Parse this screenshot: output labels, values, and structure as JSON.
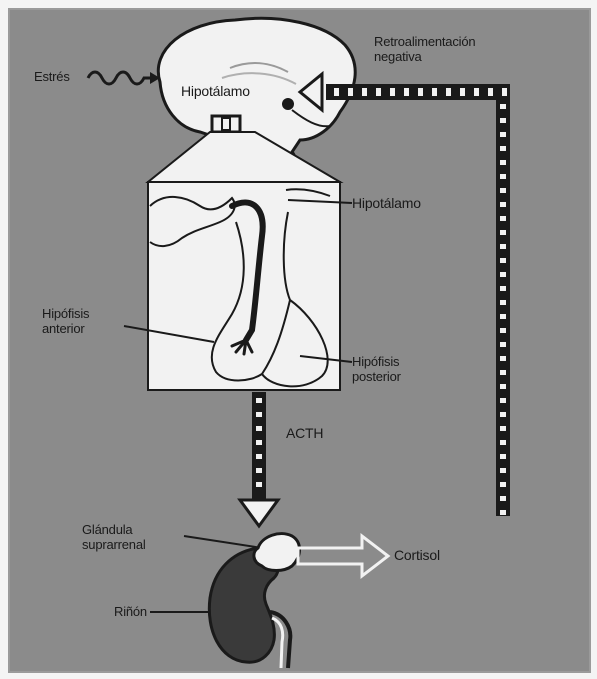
{
  "labels": {
    "estres": "Estrés",
    "hipotalamo_brain": "Hipotálamo",
    "retroalimentacion": "Retroalimentación\nnegativa",
    "hipotalamo_detail": "Hipotálamo",
    "hipofisis_anterior": "Hipófisis\nanterior",
    "hipofisis_posterior": "Hipófisis\nposterior",
    "acth": "ACTH",
    "glandula_suprarrenal": "Glándula\nsuprarrenal",
    "cortisol": "Cortisol",
    "rinon": "Riñón"
  },
  "colors": {
    "background": "#8b8b8b",
    "organ_fill": "#f2f2f2",
    "kidney_fill": "#3a3a3a",
    "line": "#1a1a1a"
  }
}
